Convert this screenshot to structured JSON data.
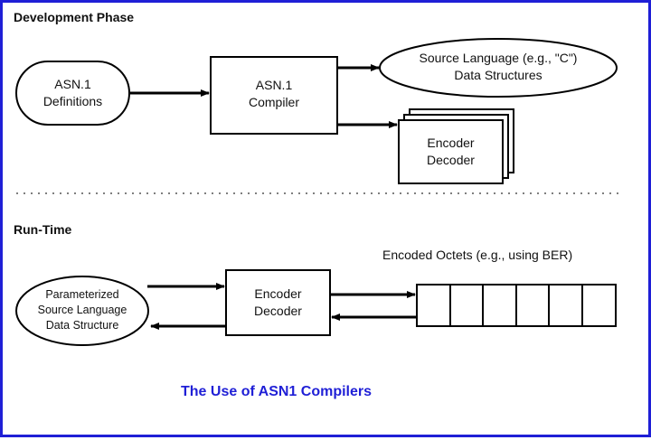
{
  "colors": {
    "border": "#1f1fd6",
    "caption": "#1f1fd6",
    "line": "#000000"
  },
  "development_phase": {
    "heading": "Development Phase",
    "definitions_label": {
      "line1": "ASN.1",
      "line2": "Definitions"
    },
    "compiler_label": {
      "line1": "ASN.1",
      "line2": "Compiler"
    },
    "source_label": {
      "line1": "Source Language (e.g., \"C\")",
      "line2": "Data Structures"
    },
    "encoder_label": {
      "line1": "Encoder",
      "line2": "Decoder"
    }
  },
  "run_time": {
    "heading": "Run-Time",
    "parameterized_label": {
      "line1": "Parameterized",
      "line2": "Source Language",
      "line3": "Data Structure"
    },
    "encoder_decoder_label": {
      "line1": "Encoder",
      "line2": "Decoder"
    },
    "octets_label": "Encoded Octets (e.g., using BER)"
  },
  "caption": "The Use of ASN1 Compilers"
}
